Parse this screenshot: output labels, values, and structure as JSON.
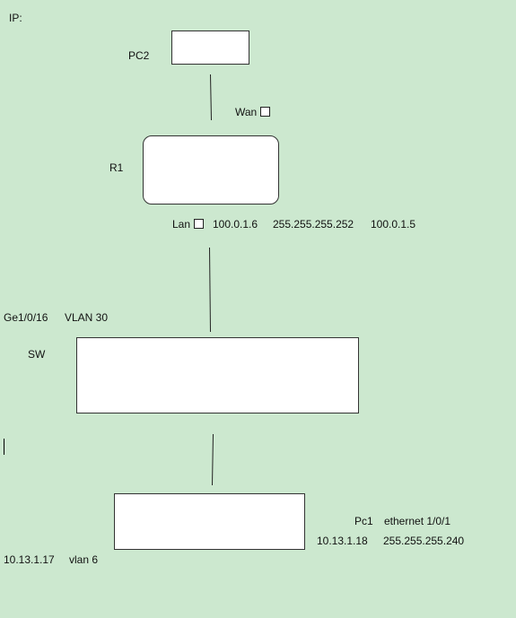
{
  "ip_label": "IP:",
  "pc2": {
    "label": "PC2"
  },
  "wan": {
    "label": "Wan"
  },
  "r1": {
    "label": "R1"
  },
  "lan": {
    "label": "Lan",
    "ip": "100.0.1.6",
    "mask": "255.255.255.252",
    "gateway": "100.0.1.5"
  },
  "sw": {
    "label": "SW",
    "port": "Ge1/0/16",
    "vlan": "VLAN 30"
  },
  "pc1": {
    "label": "Pc1",
    "interface": "ethernet 1/0/1",
    "ip": "10.13.1.18",
    "mask": "255.255.255.240"
  },
  "vlan6": {
    "ip": "10.13.1.17",
    "vlan": "vlan 6"
  }
}
